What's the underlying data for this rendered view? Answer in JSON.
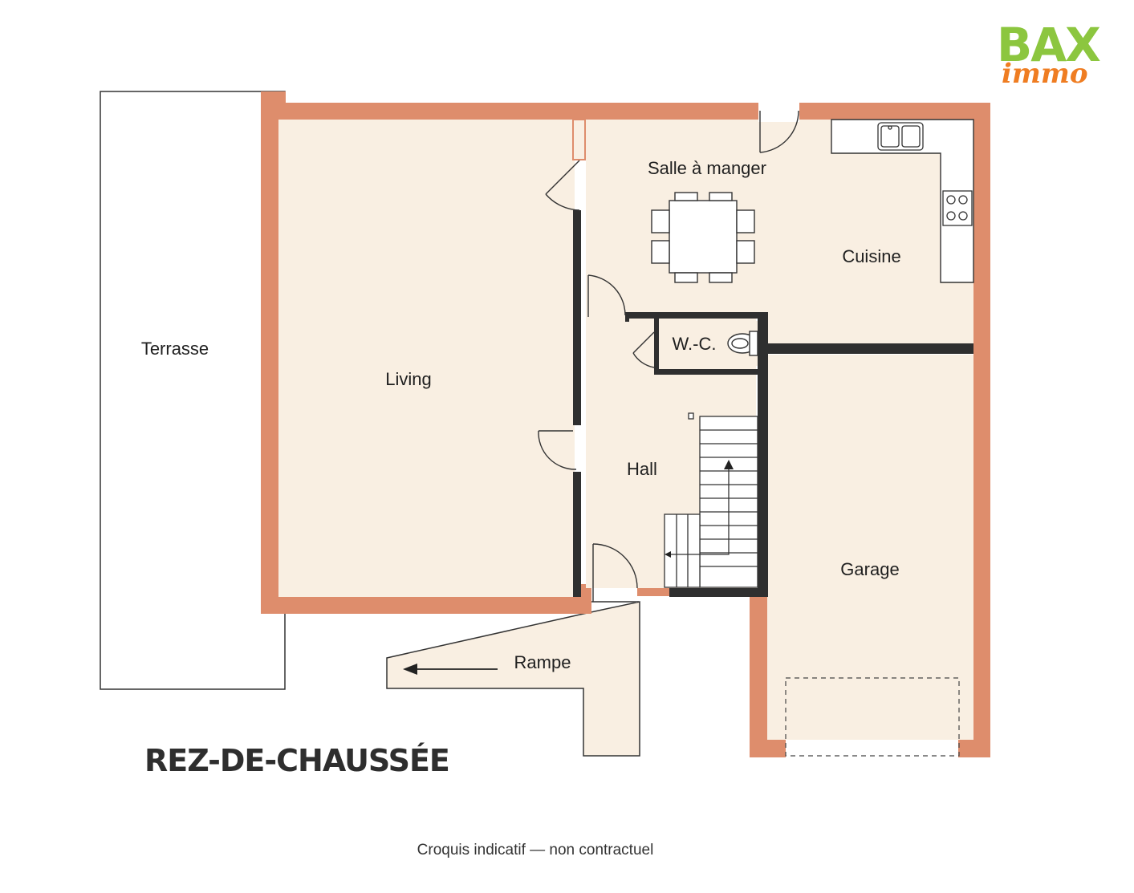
{
  "logo": {
    "brand_top": "BAX",
    "brand_bottom": "immo",
    "colors": {
      "green": "#8cc63f",
      "orange": "#ef7d22"
    }
  },
  "plan": {
    "title": "REZ-DE-CHAUSSÉE",
    "disclaimer": "Croquis indicatif — non contractuel",
    "rooms": {
      "terrasse": "Terrasse",
      "living": "Living",
      "salle_a_manger": "Salle à manger",
      "cuisine": "Cuisine",
      "wc": "W.-C.",
      "hall": "Hall",
      "garage": "Garage",
      "rampe": "Rampe"
    },
    "colors": {
      "exterior_wall": "#de8d6c",
      "interior_wall": "#2f2f2f",
      "floor": "#f9efe2",
      "outline": "#333333"
    }
  }
}
